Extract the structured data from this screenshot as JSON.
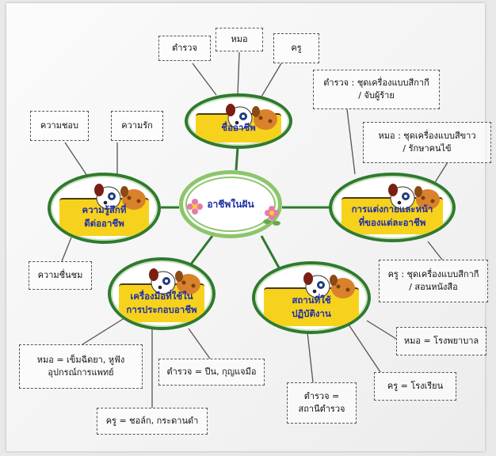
{
  "colors": {
    "node_fill": "#f6d21d",
    "node_border": "#2f7a2f",
    "node_text": "#1f2fa6",
    "center_ring": "#8cc56a",
    "connector": "#2f7a2f",
    "dashed_line": "#555555"
  },
  "center": {
    "title": "อาชีพในฝัน"
  },
  "nodes": {
    "career_name": {
      "title": "ชื่ออาชีพ"
    },
    "feelings": {
      "title": "ความรู้สึกที่\nดีต่ออาชีพ"
    },
    "attire": {
      "title": "การแต่งกายและหน้า\nที่ของแต่ละอาชีพ"
    },
    "tools": {
      "title": "เครื่องมือที่ใช้ใน\nการประกอบอาชีพ"
    },
    "workplace": {
      "title": "สถานที่ใช้\nปฏิบัติงาน"
    }
  },
  "boxes": {
    "police": "ตำรวจ",
    "doctor": "หมอ",
    "teacher": "ครู",
    "like": "ความชอบ",
    "love": "ความรัก",
    "admire": "ความชื่นชม",
    "attire_police": "ตำรวจ : ชุดเครื่องแบบสีกากี\n/ จับผู้ร้าย",
    "attire_doctor": "หมอ : ชุดเครื่องแบบสีขาว\n/ รักษาคนไข้",
    "attire_teacher": "ครู : ชุดเครื่องแบบสีกากี\n/ สอนหนังสือ",
    "place_doctor": "หมอ = โรงพยาบาล",
    "place_teacher": "ครู = โรงเรียน",
    "place_police": "ตำรวจ =\nสถานีตำรวจ",
    "tools_doctor": "หมอ = เข็มฉีดยา, หูฟัง\nอุปกรณ์การแพทย์",
    "tools_police": "ตำรวจ = ปืน, กุญแจมือ",
    "tools_teacher": "ครู = ชอล์ก, กระดานดำ"
  },
  "icons": {
    "dog_pair": "cartoon-dogs-icon",
    "flower": "flower-icon"
  }
}
